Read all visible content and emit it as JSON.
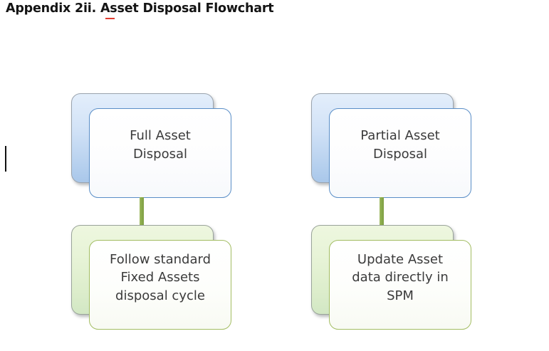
{
  "document": {
    "title": "Appendix 2ii. Asset Disposal Flowchart",
    "spellcheck_mark": "red-underline"
  },
  "diagram": {
    "type": "smartart-flowchart",
    "orientation": "two-column-top-down",
    "colors": {
      "blue_plate_top": "#e3eefb",
      "blue_plate_bottom": "#a9c7ea",
      "blue_border": "#5a8ec7",
      "green_plate_top": "#eef7df",
      "green_plate_bottom": "#d2e7c4",
      "green_border": "#a3bd63",
      "connector": "#8aab4c",
      "text": "#3b3b3b",
      "background": "#ffffff"
    },
    "branches": [
      {
        "id": "full-asset-disposal",
        "top_node": {
          "label": "Full Asset\nDisposal",
          "style": "blue"
        },
        "bottom_node": {
          "label": "Follow standard\nFixed Assets\ndisposal cycle",
          "style": "green"
        },
        "connector": "vertical-green-bar"
      },
      {
        "id": "partial-asset-disposal",
        "top_node": {
          "label": "Partial Asset\nDisposal",
          "style": "blue"
        },
        "bottom_node": {
          "label": "Update Asset\ndata directly in\nSPM",
          "style": "green"
        },
        "connector": "vertical-green-bar"
      }
    ]
  }
}
